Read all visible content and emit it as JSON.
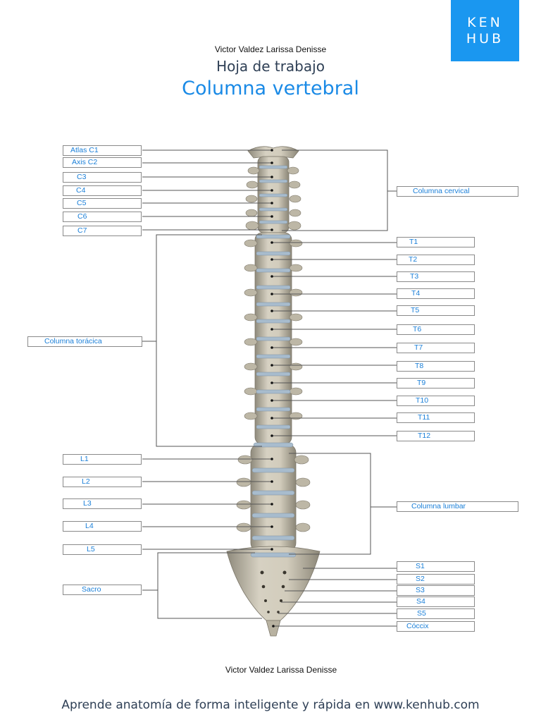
{
  "header": {
    "logo_line1": "KEN",
    "logo_line2": "HUB",
    "author": "Victor Valdez Larissa Denisse",
    "subtitle": "Hoja de trabajo",
    "title": "Columna vertebral"
  },
  "labels": {
    "atlas": "Atlas C1",
    "axis": "Axis C2",
    "c3": "C3",
    "c4": "C4",
    "c5": "C5",
    "c6": "C6",
    "c7": "C7",
    "cervical": "Columna cervical",
    "toracica": "Columna torácica",
    "t1": "T1",
    "t2": "T2",
    "t3": "T3",
    "t4": "T4",
    "t5": "T5",
    "t6": "T6",
    "t7": "T7",
    "t8": "T8",
    "t9": "T9",
    "t10": "T10",
    "t11": "T11",
    "t12": "T12",
    "l1": "L1",
    "l2": "L2",
    "l3": "L3",
    "l4": "L4",
    "l5": "L5",
    "lumbar": "Columna lumbar",
    "sacro": "Sacro",
    "s1": "S1",
    "s2": "S2",
    "s3": "S3",
    "s4": "S4",
    "s5": "S5",
    "coccix": "Cóccix"
  },
  "footer": {
    "author": "Victor Valdez Larissa Denisse",
    "tagline": "Aprende anatomía de forma inteligente y rápida en www.kenhub.com"
  },
  "colors": {
    "brand": "#1a97f0",
    "label_text": "#1a7fd8",
    "heading": "#2e3f55",
    "bone": "#c9c3b2",
    "disc": "#9fb2c4"
  }
}
